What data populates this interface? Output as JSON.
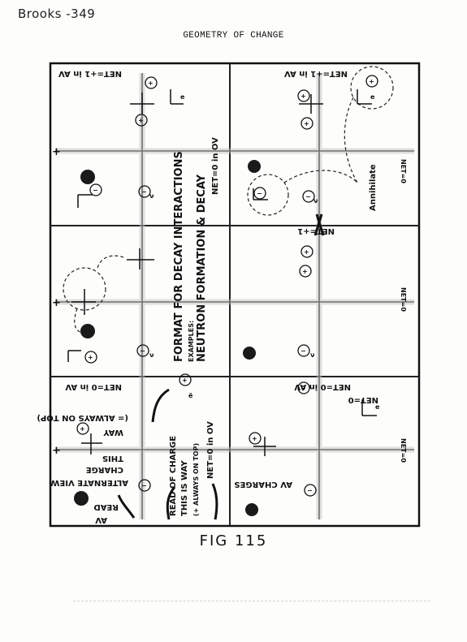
{
  "header": {
    "page_id": "Brooks -349",
    "title": "GEOMETRY OF CHANGE"
  },
  "caption": "FIG 115",
  "diagram": {
    "center_title": "FORMAT FOR DECAY INTERACTIONS",
    "examples_label": "EXAMPLES:",
    "center_subtitle": "NEUTRON FORMATION & DECAY",
    "net_labels": {
      "top_left": "NET=+1 in AV",
      "top_right": "NET=+1 in AV",
      "center_top": "NET=0 in OV",
      "right_mid_1": "NET=+1",
      "right_mid_2": "NET=0",
      "center_lower": "NET=0 in AV",
      "right_lower": "NET=0 in AV",
      "right_lower_2": "NET=0",
      "bottom_center": "NET=0 in OV",
      "right_bottom": "NET=0"
    },
    "annotations": {
      "annihilate": "Annihilate",
      "alternate_view": "ALTERNATE VIEW",
      "charge": "CHARGE",
      "this": "THIS",
      "way": "WAY",
      "always_on_top": "(= ALWAYS ON TOP)",
      "read": "READ",
      "read_of_charge": "READ OF CHARGE",
      "this_is_way": "THIS IS WAY",
      "always_on_top_2": "(+ ALWAYS ON TOP)",
      "av": "AV",
      "av_charges": "AV CHARGES"
    },
    "particles": {
      "plus": "+",
      "minus": "−",
      "electron": "e",
      "neutrino": "ν",
      "bar_electron": "ē"
    }
  }
}
